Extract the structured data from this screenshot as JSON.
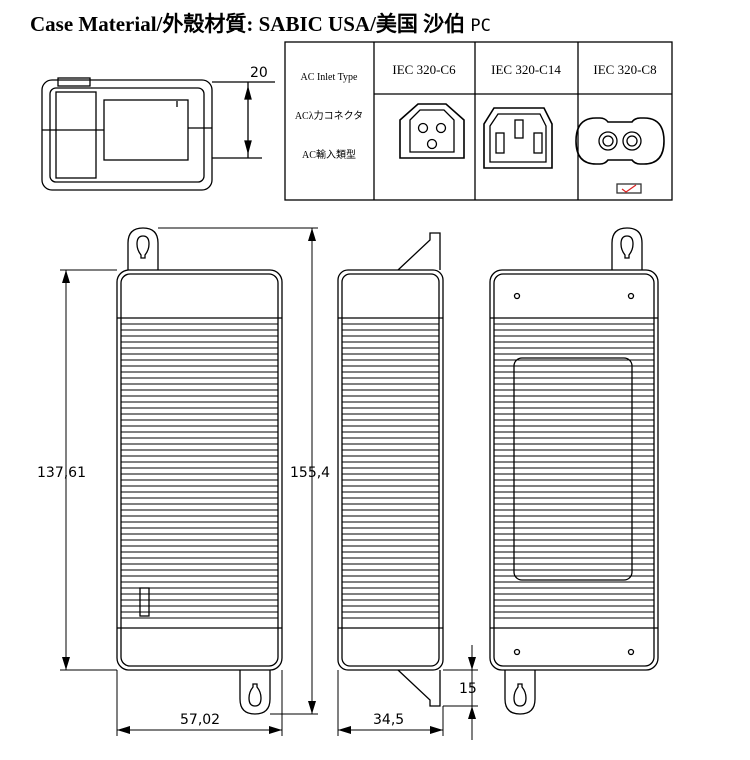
{
  "title": {
    "part1": "Case Material/",
    "part2": "外殼材質",
    "part3": ": SABIC USA/",
    "part4": "美国 沙伯",
    "part5": "PC"
  },
  "inlet_table": {
    "row_labels": [
      "AC Inlet Type",
      "ACλ力コネクタ",
      "AC輸入類型"
    ],
    "columns": [
      "IEC 320-C6",
      "IEC 320-C14",
      "IEC 320-C8"
    ],
    "selected_column": "IEC 320-C8"
  },
  "dimensions": {
    "top_view_height": "20",
    "length_body": "137,61",
    "length_total": "155,4",
    "width": "57,02",
    "thickness": "34,5",
    "tab_width": "15"
  }
}
